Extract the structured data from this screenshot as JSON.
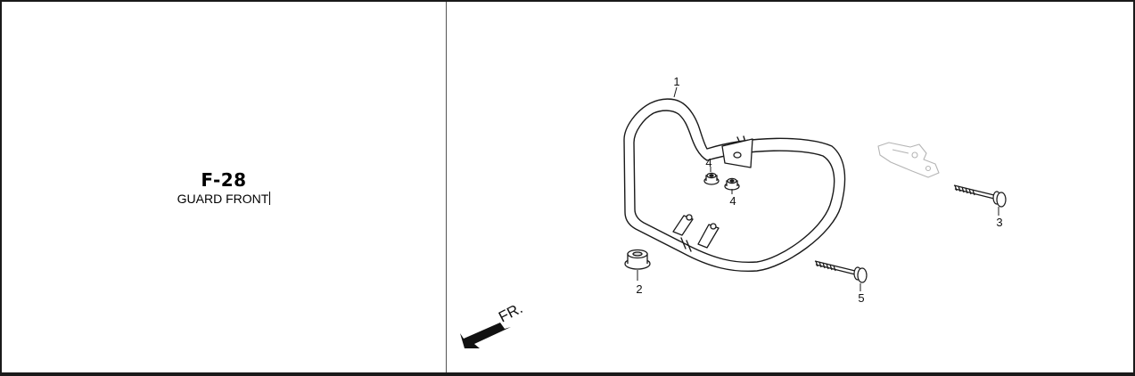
{
  "section": {
    "code": "F-28",
    "name": "GUARD FRONT"
  },
  "callouts": [
    "1",
    "2",
    "3",
    "4",
    "4",
    "5"
  ],
  "direction_label": "FR.",
  "colors": {
    "line": "#1a1a1a",
    "ghost_part": "#b5b5b5",
    "background": "#ffffff"
  }
}
